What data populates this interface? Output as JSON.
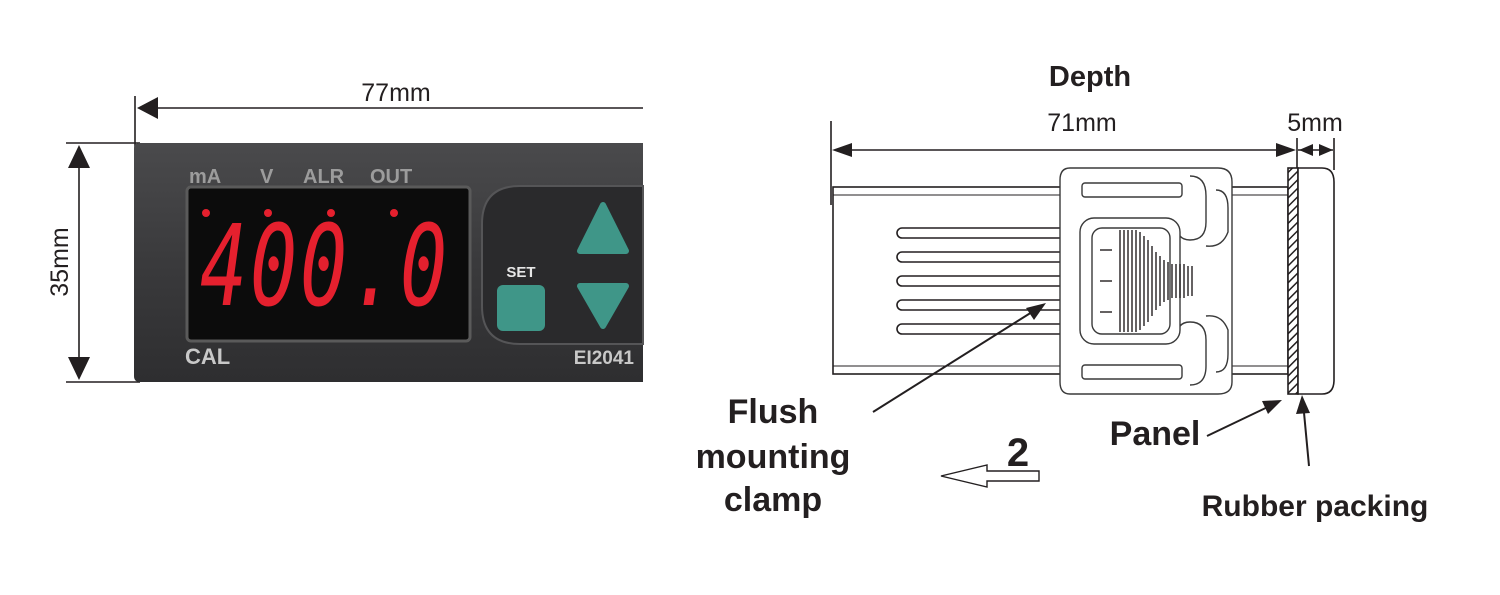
{
  "front_view": {
    "width_label": "77mm",
    "height_label": "35mm",
    "indicators": [
      "mA",
      "V",
      "ALR",
      "OUT"
    ],
    "display_value": "400.0",
    "brand": "CAL",
    "model": "EI2041",
    "set_button_label": "SET",
    "colors": {
      "body": "#3c3c3e",
      "display": "#0c0c0c",
      "segments": "#e5202e",
      "keys": "#3f9688"
    }
  },
  "side_view": {
    "title": "Depth",
    "depth_label": "71mm",
    "packing_label": "5mm",
    "clamp_label": [
      "Flush",
      "mounting",
      "clamp"
    ],
    "step_number": "2",
    "panel_label": "Panel",
    "packing_name": "Rubber packing"
  }
}
